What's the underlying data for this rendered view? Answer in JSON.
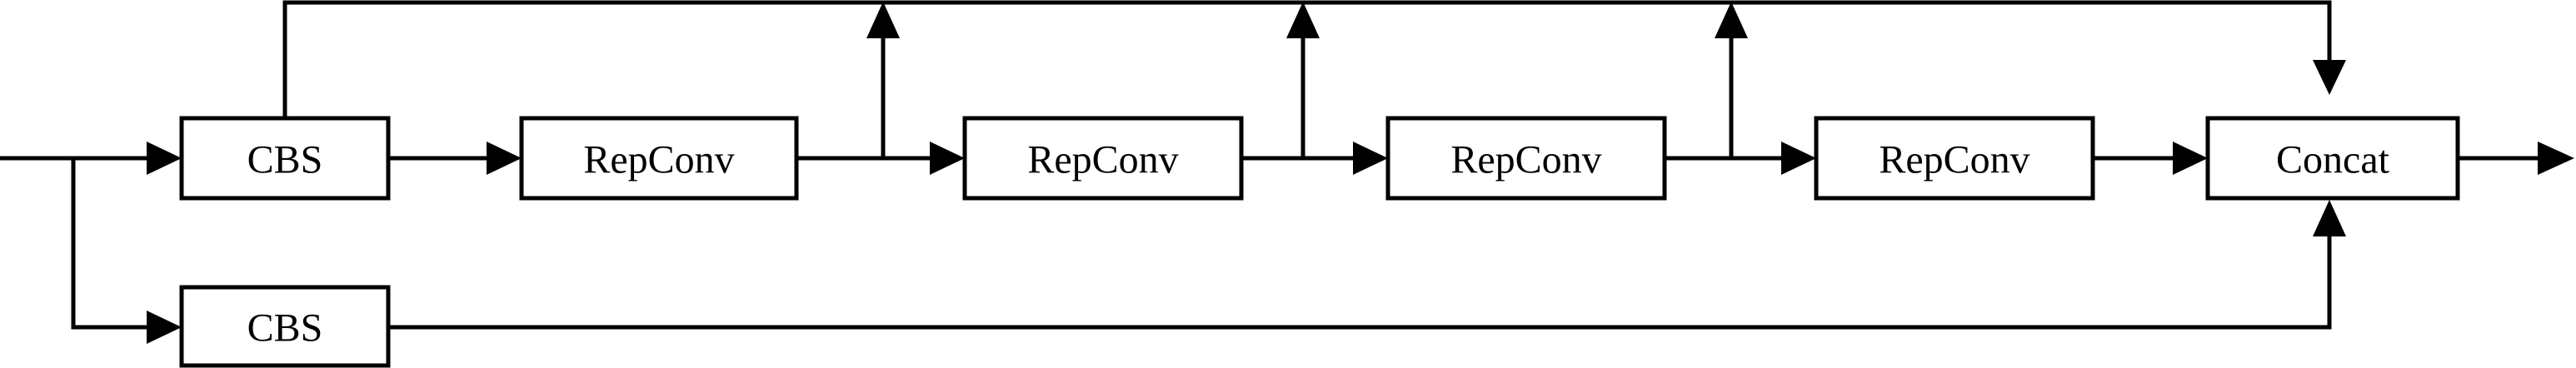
{
  "diagram": {
    "blocks": {
      "cbs_top": "CBS",
      "cbs_bottom": "CBS",
      "repconv_1": "RepConv",
      "repconv_2": "RepConv",
      "repconv_3": "RepConv",
      "repconv_4": "RepConv",
      "concat": "Concat"
    }
  }
}
